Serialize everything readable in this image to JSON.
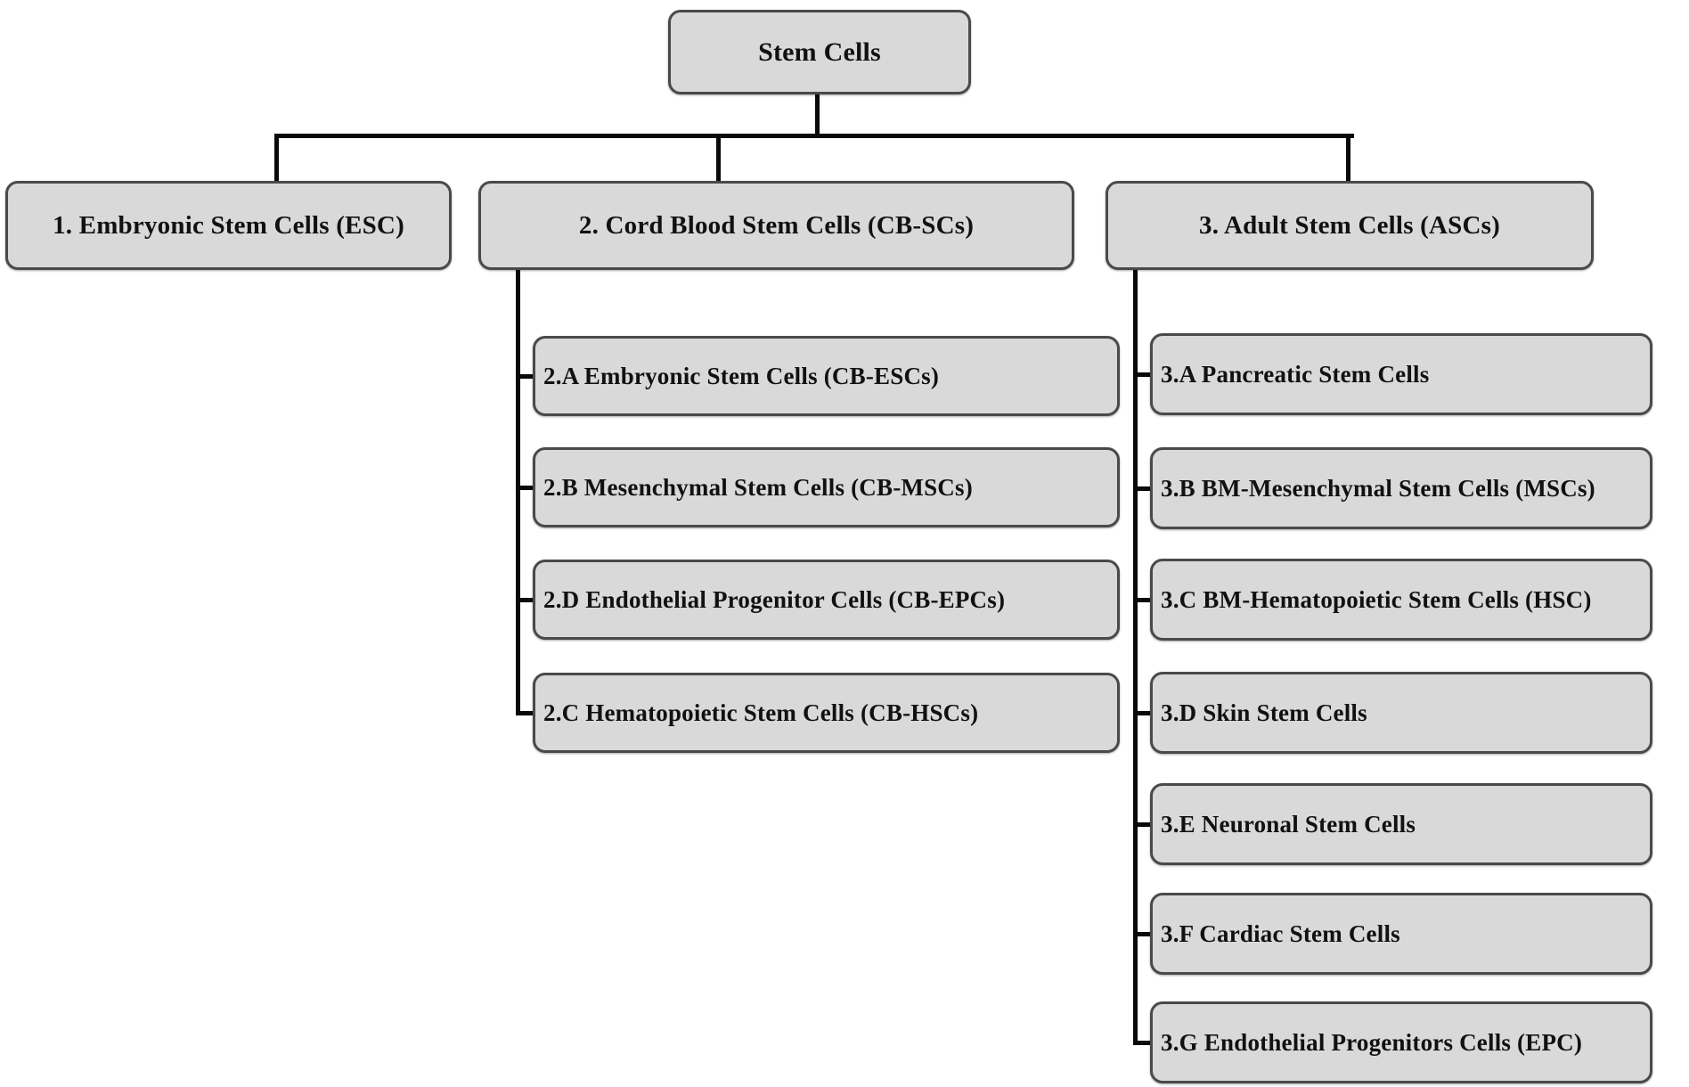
{
  "diagram": {
    "type": "tree-hierarchy",
    "title": "Stem Cells classification flowchart"
  },
  "root": {
    "label": "Stem Cells"
  },
  "branches": [
    {
      "label": "1. Embryonic Stem Cells (ESC)",
      "children": []
    },
    {
      "label": "2. Cord Blood Stem Cells (CB-SCs)",
      "children": [
        "2.A Embryonic Stem Cells (CB-ESCs)",
        "2.B Mesenchymal  Stem Cells (CB-MSCs)",
        "2.D Endothelial Progenitor Cells (CB-EPCs)",
        "2.C Hematopoietic Stem Cells (CB-HSCs)"
      ]
    },
    {
      "label": "3. Adult Stem Cells (ASCs)",
      "children": [
        "3.A Pancreatic Stem Cells",
        "3.B BM-Mesenchymal Stem Cells (MSCs)",
        "3.C BM-Hematopoietic Stem Cells (HSC)",
        "3.D Skin Stem Cells",
        "3.E Neuronal Stem Cells",
        "3.F Cardiac Stem Cells",
        "3.G Endothelial Progenitors Cells (EPC)"
      ]
    }
  ],
  "colors": {
    "background": "#ffffff",
    "box_fill": "#d9d9d9",
    "box_border": "#4a4a4a",
    "connector": "#0a0a0a",
    "text": "#111111"
  }
}
